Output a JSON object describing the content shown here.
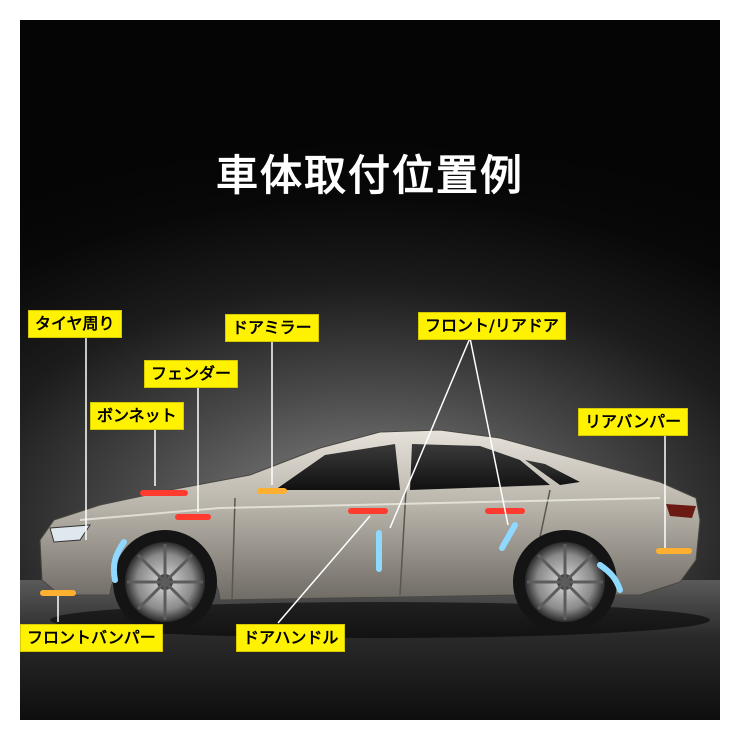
{
  "title": "車体取付位置例",
  "labels": {
    "tire_well": "タイヤ周り",
    "door_mirror": "ドアミラー",
    "front_rear_door": "フロント/リアドア",
    "fender": "フェンダー",
    "bonnet": "ボンネット",
    "rear_bumper": "リアバンパー",
    "front_bumper": "フロントバンパー",
    "door_handle": "ドアハンドル"
  },
  "colors": {
    "label_bg": "#fff200",
    "reflector_red": "#ff3b2f",
    "reflector_amber": "#ffb030",
    "reflector_blue": "#8fd8ff",
    "leader_line": "#ffffff"
  }
}
